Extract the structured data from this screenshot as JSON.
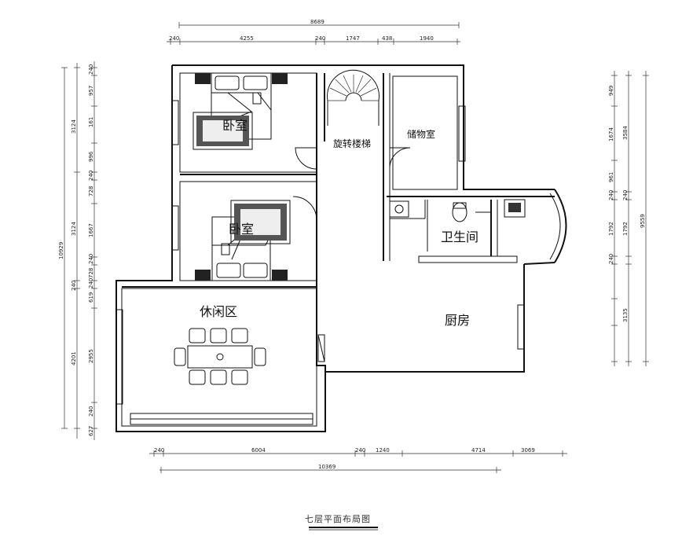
{
  "title": "七层平面布局图",
  "rooms": {
    "bedroom_top": "卧室",
    "bedroom_mid": "卧室",
    "stair": "旋转楼梯",
    "storage": "储物室",
    "bathroom": "卫生间",
    "leisure": "休闲区",
    "kitchen": "厨房"
  },
  "dims": {
    "top_total": "8689",
    "top": [
      "240",
      "4255",
      "240",
      "1747",
      "438",
      "1940"
    ],
    "left_total": "10929",
    "left_outer": [
      "3124",
      "3124",
      "240",
      "4201"
    ],
    "left_inner": [
      "240",
      "957",
      "161",
      "996",
      "240",
      "728",
      "1667",
      "240",
      "728",
      "240",
      "619",
      "2955",
      "240",
      "627"
    ],
    "right_total": "9559",
    "right_outer": [
      "3584",
      "1792",
      "3135"
    ],
    "right_inner": [
      "949",
      "1674",
      "961",
      "240",
      "1792",
      "240",
      "240"
    ],
    "bottom": [
      "240",
      "6004",
      "240",
      "1240",
      "4714",
      "3069"
    ],
    "bottom_total": "10369"
  }
}
